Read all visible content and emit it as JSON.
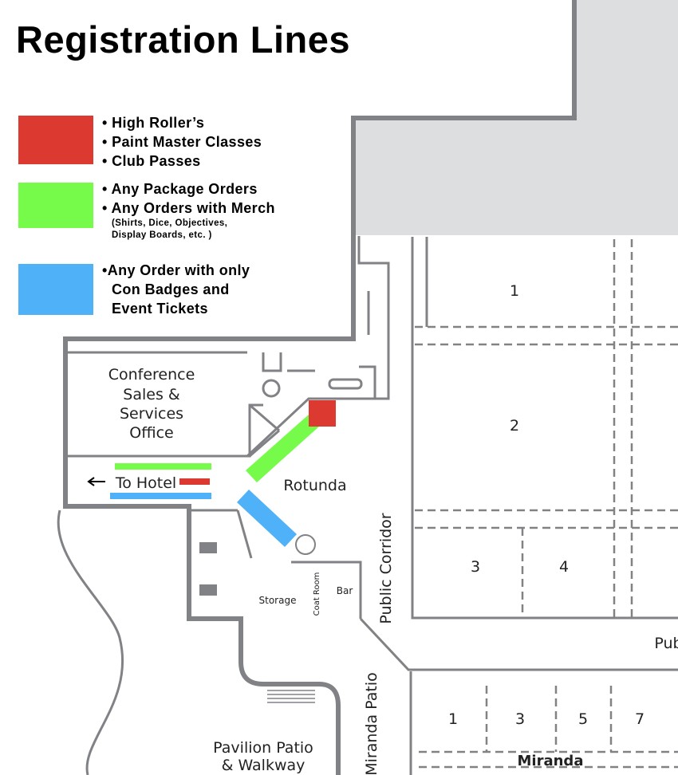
{
  "title": "Registration Lines",
  "colors": {
    "red": "#dc3a31",
    "green": "#77fb4a",
    "blue": "#4fb1f8",
    "wall": "#808285",
    "block": "#dcdee0"
  },
  "legend": [
    {
      "color": "red",
      "items": [
        "High Roller’s",
        "Paint Master Classes",
        "Club Passes"
      ]
    },
    {
      "color": "green",
      "items": [
        "Any Package Orders",
        "Any Orders with Merch"
      ],
      "note": [
        "(Shirts, Dice, Objectives,",
        "Display Boards, etc. )"
      ]
    },
    {
      "color": "blue",
      "items": [
        "Any Order with only"
      ],
      "continued": [
        "Con Badges and",
        "Event Tickets"
      ]
    }
  ],
  "map": {
    "office": [
      "Conference",
      "Sales &",
      "Services",
      "Office"
    ],
    "to_hotel": "To Hotel",
    "rotunda": "Rotunda",
    "public_corridor": "Public Corridor",
    "public_corridor_partial": "Pub",
    "storage": "Storage",
    "coat_room": "Coat Room",
    "bar": "Bar",
    "miranda_patio": "Miranda Patio",
    "pavilion": [
      "Pavilion Patio",
      "& Walkway"
    ],
    "miranda": "Miranda",
    "ballrooms": [
      "1",
      "2",
      "3",
      "4"
    ],
    "miranda_rooms": [
      "1",
      "3",
      "5",
      "7"
    ]
  }
}
